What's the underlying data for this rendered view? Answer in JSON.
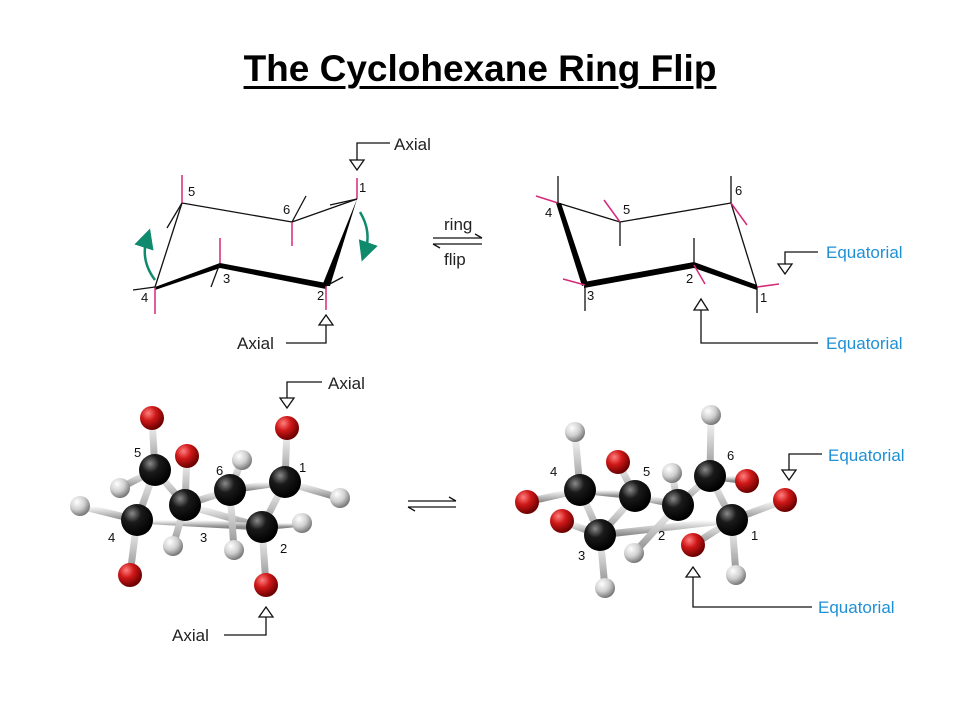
{
  "title": "The Cyclohexane Ring Flip",
  "colors": {
    "axial_text": "#222222",
    "equatorial_text": "#1e90d6",
    "axial_bond": "#d6297a",
    "arrow_green": "#0f8a6c",
    "oxygen": "#cc1a1a",
    "carbon": "#111111",
    "hydrogen": "#d4d4d4"
  },
  "top_left": {
    "carbons": [
      "1",
      "2",
      "3",
      "4",
      "5",
      "6"
    ],
    "label_axial_top": "Axial",
    "label_axial_bottom": "Axial"
  },
  "top_middle": {
    "ring_label": "ring",
    "flip_label": "flip",
    "arrow_icon": "equilibrium-arrows-icon"
  },
  "top_right": {
    "carbons": [
      "1",
      "2",
      "3",
      "4",
      "5",
      "6"
    ],
    "label_equatorial_top": "Equatorial",
    "label_equatorial_bottom": "Equatorial"
  },
  "bottom_left": {
    "carbons": [
      "1",
      "2",
      "3",
      "4",
      "5",
      "6"
    ],
    "label_axial_top": "Axial",
    "label_axial_bottom": "Axial"
  },
  "bottom_middle": {
    "arrow_icon": "equilibrium-arrows-icon"
  },
  "bottom_right": {
    "carbons": [
      "1",
      "2",
      "3",
      "4",
      "5",
      "6"
    ],
    "label_equatorial_top": "Equatorial",
    "label_equatorial_bottom": "Equatorial"
  }
}
